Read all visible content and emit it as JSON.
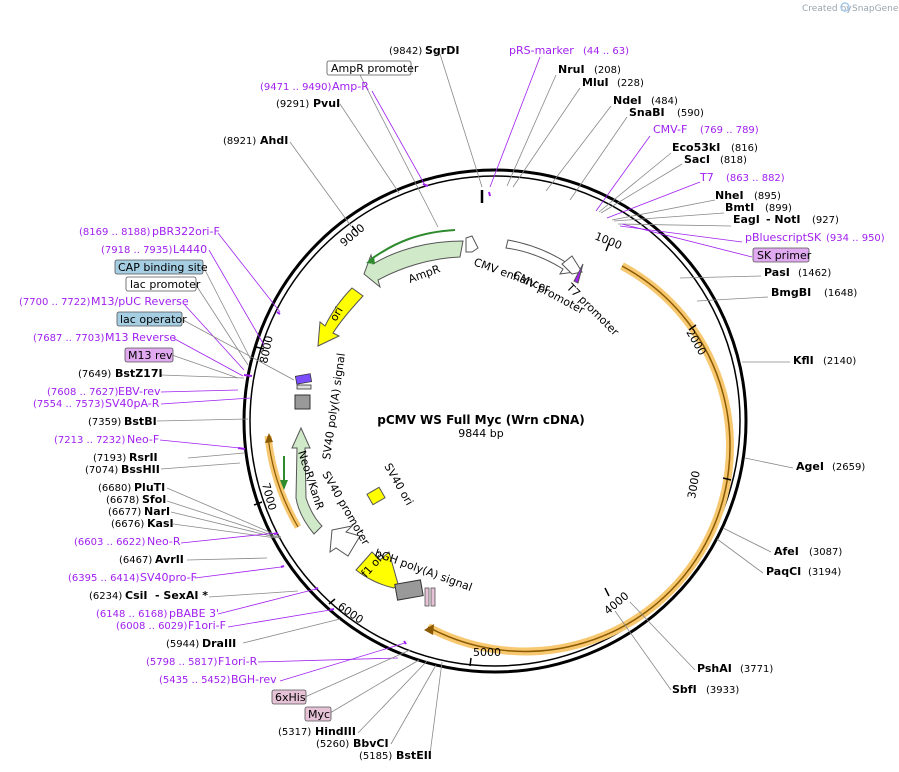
{
  "app": {
    "credit": "Created by",
    "brand": "SnapGene"
  },
  "plasmid": {
    "name": "pCMV WS Full Myc (Wrn cDNA)",
    "length_label": "9844 bp"
  },
  "ticks": [
    "1000",
    "2000",
    "3000",
    "4000",
    "5000",
    "6000",
    "7000",
    "8000",
    "9000"
  ],
  "sites": {
    "sgrdi": {
      "name": "SgrDI",
      "pos": "(9842)"
    },
    "prsmarker": {
      "name": "pRS-marker",
      "pos": "(44 .. 63)"
    },
    "nrui": {
      "name": "NruI",
      "pos": "(208)"
    },
    "mlui": {
      "name": "MluI",
      "pos": "(228)"
    },
    "ndei": {
      "name": "NdeI",
      "pos": "(484)"
    },
    "snabi": {
      "name": "SnaBI",
      "pos": "(590)"
    },
    "cmvf": {
      "name": "CMV-F",
      "pos": "(769 .. 789)"
    },
    "eco53ki": {
      "name": "Eco53kI",
      "pos": "(816)"
    },
    "saci": {
      "name": "SacI",
      "pos": "(818)"
    },
    "t7": {
      "name": "T7",
      "pos": "(863 .. 882)"
    },
    "nhei": {
      "name": "NheI",
      "pos": "(895)"
    },
    "bmti": {
      "name": "BmtI",
      "pos": "(899)"
    },
    "eagi": {
      "name": "EagI",
      "dash": "- NotI",
      "pos": "(927)"
    },
    "pbluescriptsk": {
      "name": "pBluescriptSK",
      "pos": "(934 .. 950)"
    },
    "skprimer": {
      "name": "SK primer"
    },
    "pasi": {
      "name": "PasI",
      "pos": "(1462)"
    },
    "bmgbi": {
      "name": "BmgBI",
      "pos": "(1648)"
    },
    "kfli": {
      "name": "KflI",
      "pos": "(2140)"
    },
    "agei": {
      "name": "AgeI",
      "pos": "(2659)"
    },
    "afei": {
      "name": "AfeI",
      "pos": "(3087)"
    },
    "paqci": {
      "name": "PaqCI",
      "pos": "(3194)"
    },
    "pshai": {
      "name": "PshAI",
      "pos": "(3771)"
    },
    "sbfi": {
      "name": "SbfI",
      "pos": "(3933)"
    },
    "ampr_promoter": {
      "name": "AmpR promoter"
    },
    "ampr_primer": {
      "name": "Amp-R",
      "pos": "(9471 .. 9490)"
    },
    "pvui": {
      "name": "PvuI",
      "pos": "(9291)"
    },
    "ahdi": {
      "name": "AhdI",
      "pos": "(8921)"
    },
    "pbr322": {
      "name": "pBR322ori-F",
      "pos": "(8169 .. 8188)"
    },
    "l4440": {
      "name": "L4440",
      "pos": "(7918 .. 7935)"
    },
    "cap": {
      "name": "CAP binding site"
    },
    "lacprom": {
      "name": "lac promoter"
    },
    "m13puc": {
      "name": "M13/pUC Reverse",
      "pos": "(7700 .. 7722)"
    },
    "lacop": {
      "name": "lac operator"
    },
    "m13rev_p": {
      "name": "M13 Reverse",
      "pos": "(7687 .. 7703)"
    },
    "m13rev": {
      "name": "M13 rev"
    },
    "bstz17i": {
      "name": "BstZ17I",
      "pos": "(7649)"
    },
    "ebvrev": {
      "name": "EBV-rev",
      "pos": "(7608 .. 7627)"
    },
    "sv40par": {
      "name": "SV40pA-R",
      "pos": "(7554 .. 7573)"
    },
    "bstbi": {
      "name": "BstBI",
      "pos": "(7359)"
    },
    "neof": {
      "name": "Neo-F",
      "pos": "(7213 .. 7232)"
    },
    "rsrii": {
      "name": "RsrII",
      "pos": "(7193)"
    },
    "bsshii": {
      "name": "BssHII",
      "pos": "(7074)"
    },
    "pluti": {
      "name": "PluTI",
      "pos": "(6680)"
    },
    "sfoi": {
      "name": "SfoI",
      "pos": "(6678)"
    },
    "nari": {
      "name": "NarI",
      "pos": "(6677)"
    },
    "kasi": {
      "name": "KasI",
      "pos": "(6676)"
    },
    "neor_p": {
      "name": "Neo-R",
      "pos": "(6603 .. 6622)"
    },
    "avrii": {
      "name": "AvrII",
      "pos": "(6467)"
    },
    "sv40pro": {
      "name": "SV40pro-F",
      "pos": "(6395 .. 6414)"
    },
    "csii": {
      "name": "CsiI",
      "dash": "- SexAI *",
      "pos": "(6234)"
    },
    "pbabe": {
      "name": "pBABE 3'",
      "pos": "(6148 .. 6168)"
    },
    "f1orif": {
      "name": "F1ori-F",
      "pos": "(6008 .. 6029)"
    },
    "draiii": {
      "name": "DraIII",
      "pos": "(5944)"
    },
    "f1orir": {
      "name": "F1ori-R",
      "pos": "(5798 .. 5817)"
    },
    "bghrev": {
      "name": "BGH-rev",
      "pos": "(5435 .. 5452)"
    },
    "his6": {
      "name": "6xHis"
    },
    "myc": {
      "name": "Myc"
    },
    "hindiii": {
      "name": "HindIII",
      "pos": "(5317)"
    },
    "bbvci": {
      "name": "BbvCI",
      "pos": "(5260)"
    },
    "bsteii": {
      "name": "BstEII",
      "pos": "(5185)"
    }
  },
  "features": {
    "cmv_enhancer": "CMV enhancer",
    "cmv_promoter": "CMV promoter",
    "t7_promoter": "T7 promoter",
    "ampr": "AmpR",
    "ori": "ori",
    "sv40_polya": "SV40 poly(A) signal",
    "neor": "NeoR/KanR",
    "sv40_promoter": "SV40 promoter",
    "sv40_ori": "SV40 ori",
    "bgh_polya": "bGH poly(A) signal",
    "f1_ori": "f1 ori"
  },
  "colors": {
    "primer": "#a020f0",
    "orf": "#f7a21b",
    "ampr_fill": "#cfe9c9",
    "ori_fill": "#ffff00",
    "tag_fill": "#e6c2d6",
    "operator_fill": "#a6cee3",
    "sk_fill": "#e0a9f0"
  }
}
